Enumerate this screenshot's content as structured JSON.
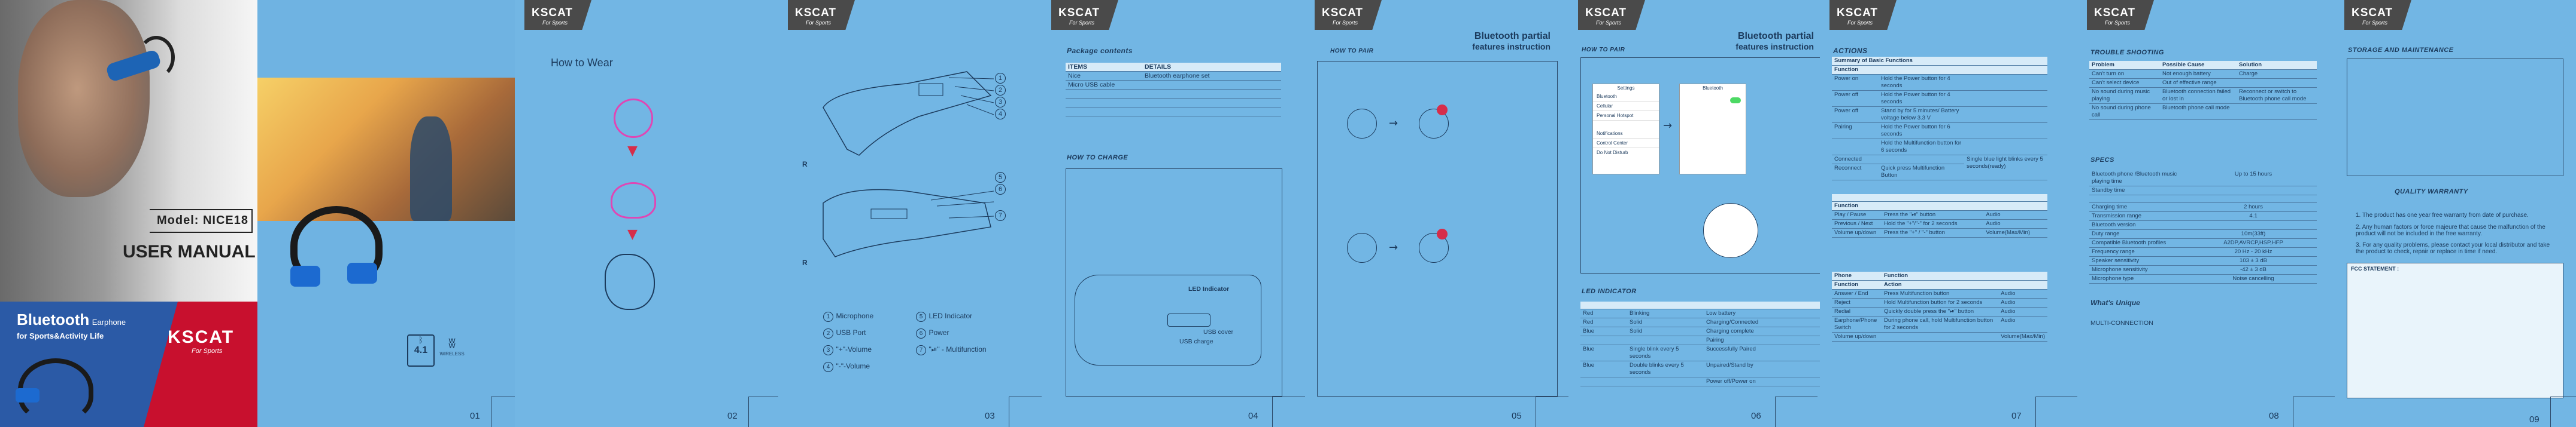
{
  "brand": {
    "name": "KSCAT",
    "tagline": "For Sports"
  },
  "cover": {
    "model": "Model: NICE18",
    "title": "USER MANUAL",
    "product_big": "Bluetooth",
    "product_small": "Earphone",
    "product_sub": "for Sports&Activity Life",
    "bt_version": "4.1",
    "wireless": "WIRELESS"
  },
  "pages": {
    "p01": "01",
    "p02": "02",
    "p03": "03",
    "p04": "04",
    "p05": "05",
    "p06": "06",
    "p07": "07",
    "p08": "08",
    "p09": "09"
  },
  "how_to_wear": {
    "title": "How to Wear",
    "label_r1": "R",
    "label_r2": "R",
    "callouts": [
      "1",
      "2",
      "3",
      "4",
      "5",
      "6",
      "7"
    ],
    "legend": [
      {
        "n": "1",
        "label": "Microphone"
      },
      {
        "n": "2",
        "label": "USB Port"
      },
      {
        "n": "3",
        "label": "\"+\"-Volume"
      },
      {
        "n": "4",
        "label": "\"-\"-Volume"
      },
      {
        "n": "5",
        "label": "LED Indicator"
      },
      {
        "n": "6",
        "label": "Power"
      },
      {
        "n": "7",
        "label": "\"⏯\" - Multifunction"
      }
    ]
  },
  "package": {
    "title": "Package contents",
    "col1": "ITEMS",
    "col2": "DETAILS",
    "rows": [
      {
        "item": "Nice",
        "detail": "Bluetooth earphone set"
      },
      {
        "item": "Micro USB cable",
        "detail": ""
      },
      {
        "item": "",
        "detail": ""
      },
      {
        "item": "",
        "detail": ""
      },
      {
        "item": "",
        "detail": ""
      }
    ]
  },
  "how_to_charge": {
    "title": "HOW TO CHARGE",
    "led": "LED Indicator",
    "usb_cover": "USB cover",
    "usb_charge": "USB charge"
  },
  "pair1": {
    "title": "HOW TO PAIR",
    "big1": "Bluetooth partial",
    "big2": "features instruction"
  },
  "pair2": {
    "title": "HOW TO PAIR",
    "big1": "Bluetooth partial",
    "big2": "features instruction",
    "phone1": [
      "Settings",
      "Bluetooth",
      "Cellular",
      "Personal Hotspot",
      "",
      "Notifications",
      "Control Center",
      "Do Not Disturb"
    ],
    "phone2_title": "Bluetooth",
    "led_title": "LED INDICATOR",
    "led_rows": [
      {
        "c": "Red",
        "s": "Blinking",
        "m": "Low battery"
      },
      {
        "c": "Red",
        "s": "Solid",
        "m": "Charging/Connected"
      },
      {
        "c": "Blue",
        "s": "Solid",
        "m": "Charging complete"
      },
      {
        "c": "",
        "s": "",
        "m": "Pairing"
      },
      {
        "c": "Blue",
        "s": "Single blink every 5 seconds",
        "m": "Successfully Paired"
      },
      {
        "c": "Blue",
        "s": "Double blinks every 5 seconds",
        "m": "Unpaired/Stand by"
      },
      {
        "c": "",
        "s": "",
        "m": "Power off/Power on"
      }
    ]
  },
  "actions": {
    "title": "ACTIONS",
    "summary": "Summary of Basic Functions",
    "col_function": "Function",
    "rows": [
      {
        "f": "Power on",
        "a": "Hold the Power button for 4 seconds"
      },
      {
        "f": "Power off",
        "a": "Hold the Power button for 4 seconds"
      },
      {
        "f": "Power off",
        "a": "Stand by for 5 minutes/ Battery voltage below 3.3 V"
      },
      {
        "f": "Pairing",
        "a": "Hold the Power button for 6 seconds"
      },
      {
        "f": "",
        "a": "Hold the Multifunction button for 6 seconds"
      },
      {
        "f": "Connected",
        "a": ""
      },
      {
        "f": "Reconnect",
        "a": "Quick press Multifunction Button"
      }
    ],
    "reconnect_note": "Single blue light blinks every 5 seconds(ready)",
    "fn_hdr": "Function",
    "music_rows": [
      {
        "f": "Play / Pause",
        "a": "Press the \"⏯\" button",
        "r": "Audio"
      },
      {
        "f": "Previous / Next",
        "a": "Hold the \"+\"/\"-\" for 2 seconds",
        "r": "Audio"
      },
      {
        "f": "Volume up/down",
        "a": "Press the \"+\" / \"-\" button",
        "r": "Volume(Max/Min)"
      }
    ],
    "phone_title": "Phone",
    "phone_fn": "Function",
    "phone_action": "Action",
    "phone_rows": [
      {
        "f": "Answer / End",
        "a": "Press Multifunction button",
        "r": "Audio"
      },
      {
        "f": "Reject",
        "a": "Hold Multifunction button for 2 seconds",
        "r": "Audio"
      },
      {
        "f": "Redial",
        "a": "Quickly double press the \"⏯\" button",
        "r": "Audio"
      },
      {
        "f": "Earphone/Phone Switch",
        "a": "During phone call, hold Multifunction button for 2 seconds",
        "r": "Audio"
      },
      {
        "f": "Volume up/down",
        "a": "",
        "r": "Volume(Max/Min)"
      }
    ]
  },
  "trouble": {
    "title": "TROUBLE SHOOTING",
    "col1": "Problem",
    "col2": "Possible Cause",
    "col3": "Solution",
    "rows": [
      {
        "p": "Can't turn on",
        "c": "Not enough battery",
        "s": "Charge"
      },
      {
        "p": "Can't select device",
        "c": "Out of effective range",
        "s": ""
      },
      {
        "p": "No sound during music playing",
        "c": "Bluetooth connection failed or lost in",
        "s": "Reconnect or switch to Bluetooth phone call mode"
      },
      {
        "p": "No sound during phone call",
        "c": "Bluetooth phone call mode",
        "s": ""
      }
    ],
    "spec_title": "SPECS",
    "specs": [
      {
        "k": "Bluetooth phone /Bluetooth music playing time",
        "v": "Up to 15 hours"
      },
      {
        "k": "Standby time",
        "v": ""
      },
      {
        "k": "",
        "v": ""
      },
      {
        "k": "Charging time",
        "v": "2 hours"
      },
      {
        "k": "Transmission range",
        "v": "4.1"
      },
      {
        "k": "Bluetooth version",
        "v": ""
      },
      {
        "k": "Duty range",
        "v": "10m(33ft)"
      },
      {
        "k": "Compatible Bluetooth profiles",
        "v": "A2DP,AVRCP,HSP,HFP"
      },
      {
        "k": "Frequency range",
        "v": "20 Hz - 20 kHz"
      },
      {
        "k": "Speaker sensitivity",
        "v": "103 ± 3 dB"
      },
      {
        "k": "Microphone sensitivity",
        "v": "-42 ± 3 dB"
      },
      {
        "k": "Microphone type",
        "v": "Noise cancelling"
      }
    ],
    "unique": "What's Unique",
    "multi": "MULTI-CONNECTION"
  },
  "storage": {
    "title": "STORAGE AND MAINTENANCE",
    "warranty_title": "QUALITY WARRANTY",
    "warranty": [
      "1. The product has one year free warranty from date of purchase.",
      "2. Any human factors or force majeure that cause the malfunction of the product will not be included in the free warranty.",
      "3. For any quality problems, please contact your local distributor and take the product to check, repair or replace in time if need."
    ],
    "fcc_title": "FCC STATEMENT :"
  }
}
